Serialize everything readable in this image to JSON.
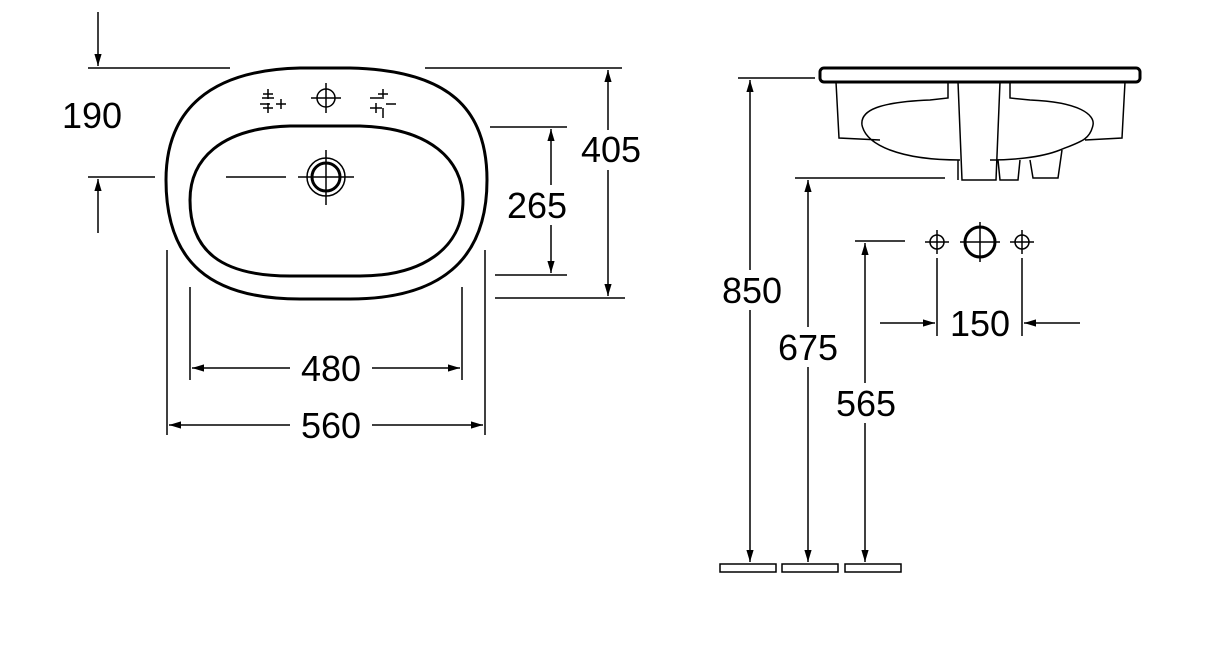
{
  "plan_view": {
    "dim_tap_to_drain": "190",
    "dim_depth_total": "405",
    "dim_bowl_depth": "265",
    "dim_bowl_width": "480",
    "dim_total_width": "560"
  },
  "side_view": {
    "dim_top_height": "850",
    "dim_drain_height": "675",
    "dim_supply_height": "565",
    "dim_supply_spacing": "150"
  },
  "colors": {
    "line": "#000000",
    "background": "#ffffff"
  }
}
